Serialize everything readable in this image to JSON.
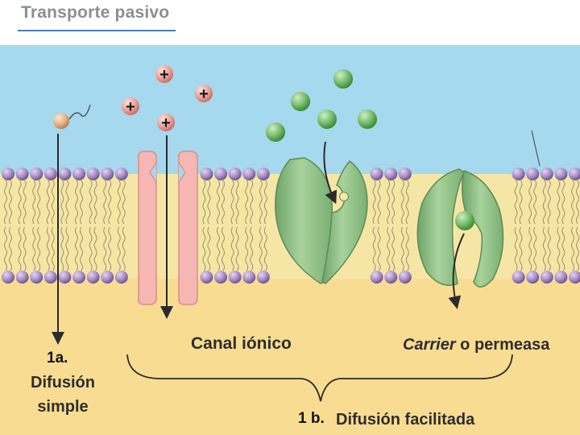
{
  "title": "Transporte pasivo",
  "labels": {
    "canal": "Canal iónico",
    "carrier_italic": "Carrier",
    "carrier_rest": " o permeasa",
    "num_1a": "1a.",
    "difusion_simple_line1": "Difusión",
    "difusion_simple_line2": "simple",
    "num_1b": "1 b.",
    "difusion_facilitada": "Difusión facilitada"
  },
  "ion_symbol": "+",
  "colors": {
    "extracellular": "#a6d8ee",
    "membrane_core": "#f4e39a",
    "cytoplasm": "#f8dc92",
    "lipid_head": "#a98ec7",
    "channel_protein": "#f6b7b4",
    "carrier_protein": "#93c08a",
    "solute": "#6fb46a",
    "ion": "#e79b94",
    "small_molecule": "#e9b48a"
  }
}
